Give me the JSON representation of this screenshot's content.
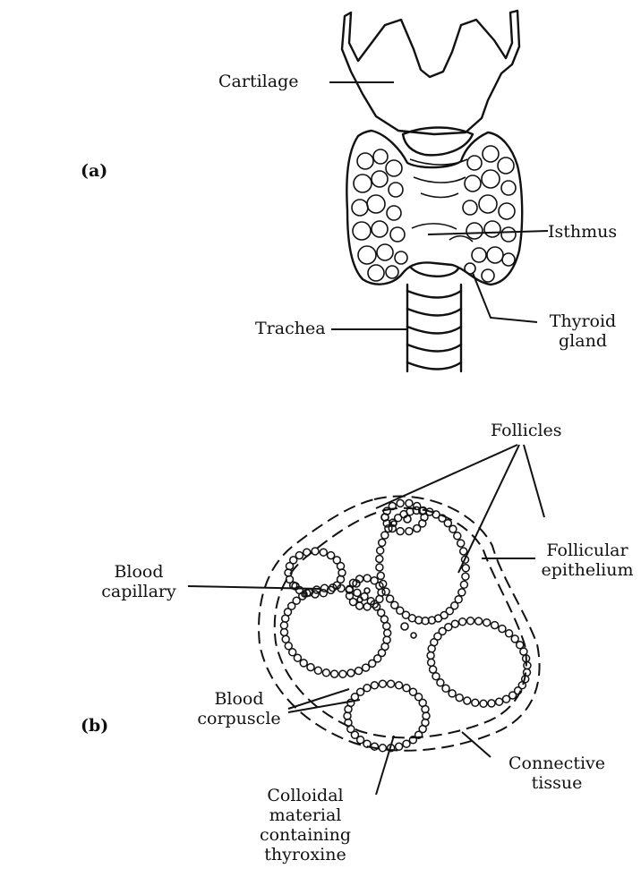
{
  "panels": {
    "a": "(a)",
    "b": "(b)"
  },
  "labels_a": {
    "cartilage": "Cartilage",
    "isthmus": "Isthmus",
    "trachea": "Trachea",
    "thyroid_line1": "Thyroid",
    "thyroid_line2": "gland"
  },
  "labels_b": {
    "follicles": "Follicles",
    "follicular_line1": "Follicular",
    "follicular_line2": "epithelium",
    "blood_cap_line1": "Blood",
    "blood_cap_line2": "capillary",
    "blood_corp_line1": "Blood",
    "blood_corp_line2": "corpuscle",
    "connective_line1": "Connective",
    "connective_line2": "tissue",
    "colloid_line1": "Colloidal",
    "colloid_line2": "material",
    "colloid_line3": "containing",
    "colloid_line4": "thyroxine"
  },
  "colors": {
    "ink": "#111111",
    "background": "#ffffff"
  }
}
